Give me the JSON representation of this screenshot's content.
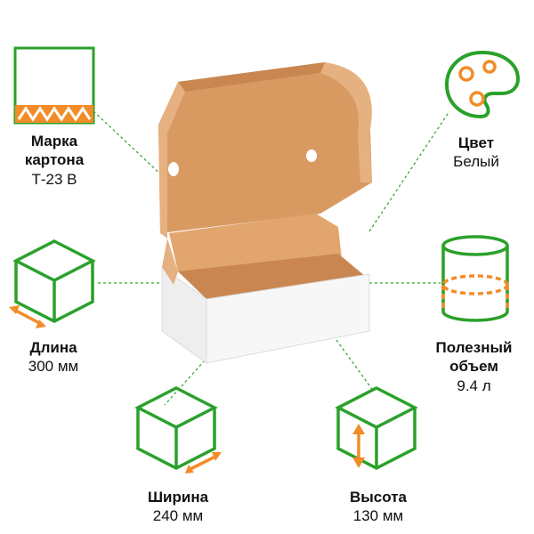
{
  "colors": {
    "green": "#2aa12a",
    "orange": "#f28c28",
    "box_kraft": "#d99a62",
    "box_white": "#f7f7f7"
  },
  "specs": {
    "carton": {
      "title_line1": "Марка",
      "title_line2": "картона",
      "value": "Т-23 В",
      "icon": "corrugated-cardboard-icon"
    },
    "color": {
      "title": "Цвет",
      "value": "Белый",
      "icon": "palette-icon"
    },
    "length": {
      "title": "Длина",
      "value": "300 мм",
      "icon": "cube-length-icon"
    },
    "volume": {
      "title_line1": "Полезный",
      "title_line2": "объем",
      "value": "9.4 л",
      "icon": "cylinder-volume-icon"
    },
    "width": {
      "title": "Ширина",
      "value": "240 мм",
      "icon": "cube-width-icon"
    },
    "height": {
      "title": "Высота",
      "value": "130 мм",
      "icon": "cube-height-icon"
    }
  }
}
